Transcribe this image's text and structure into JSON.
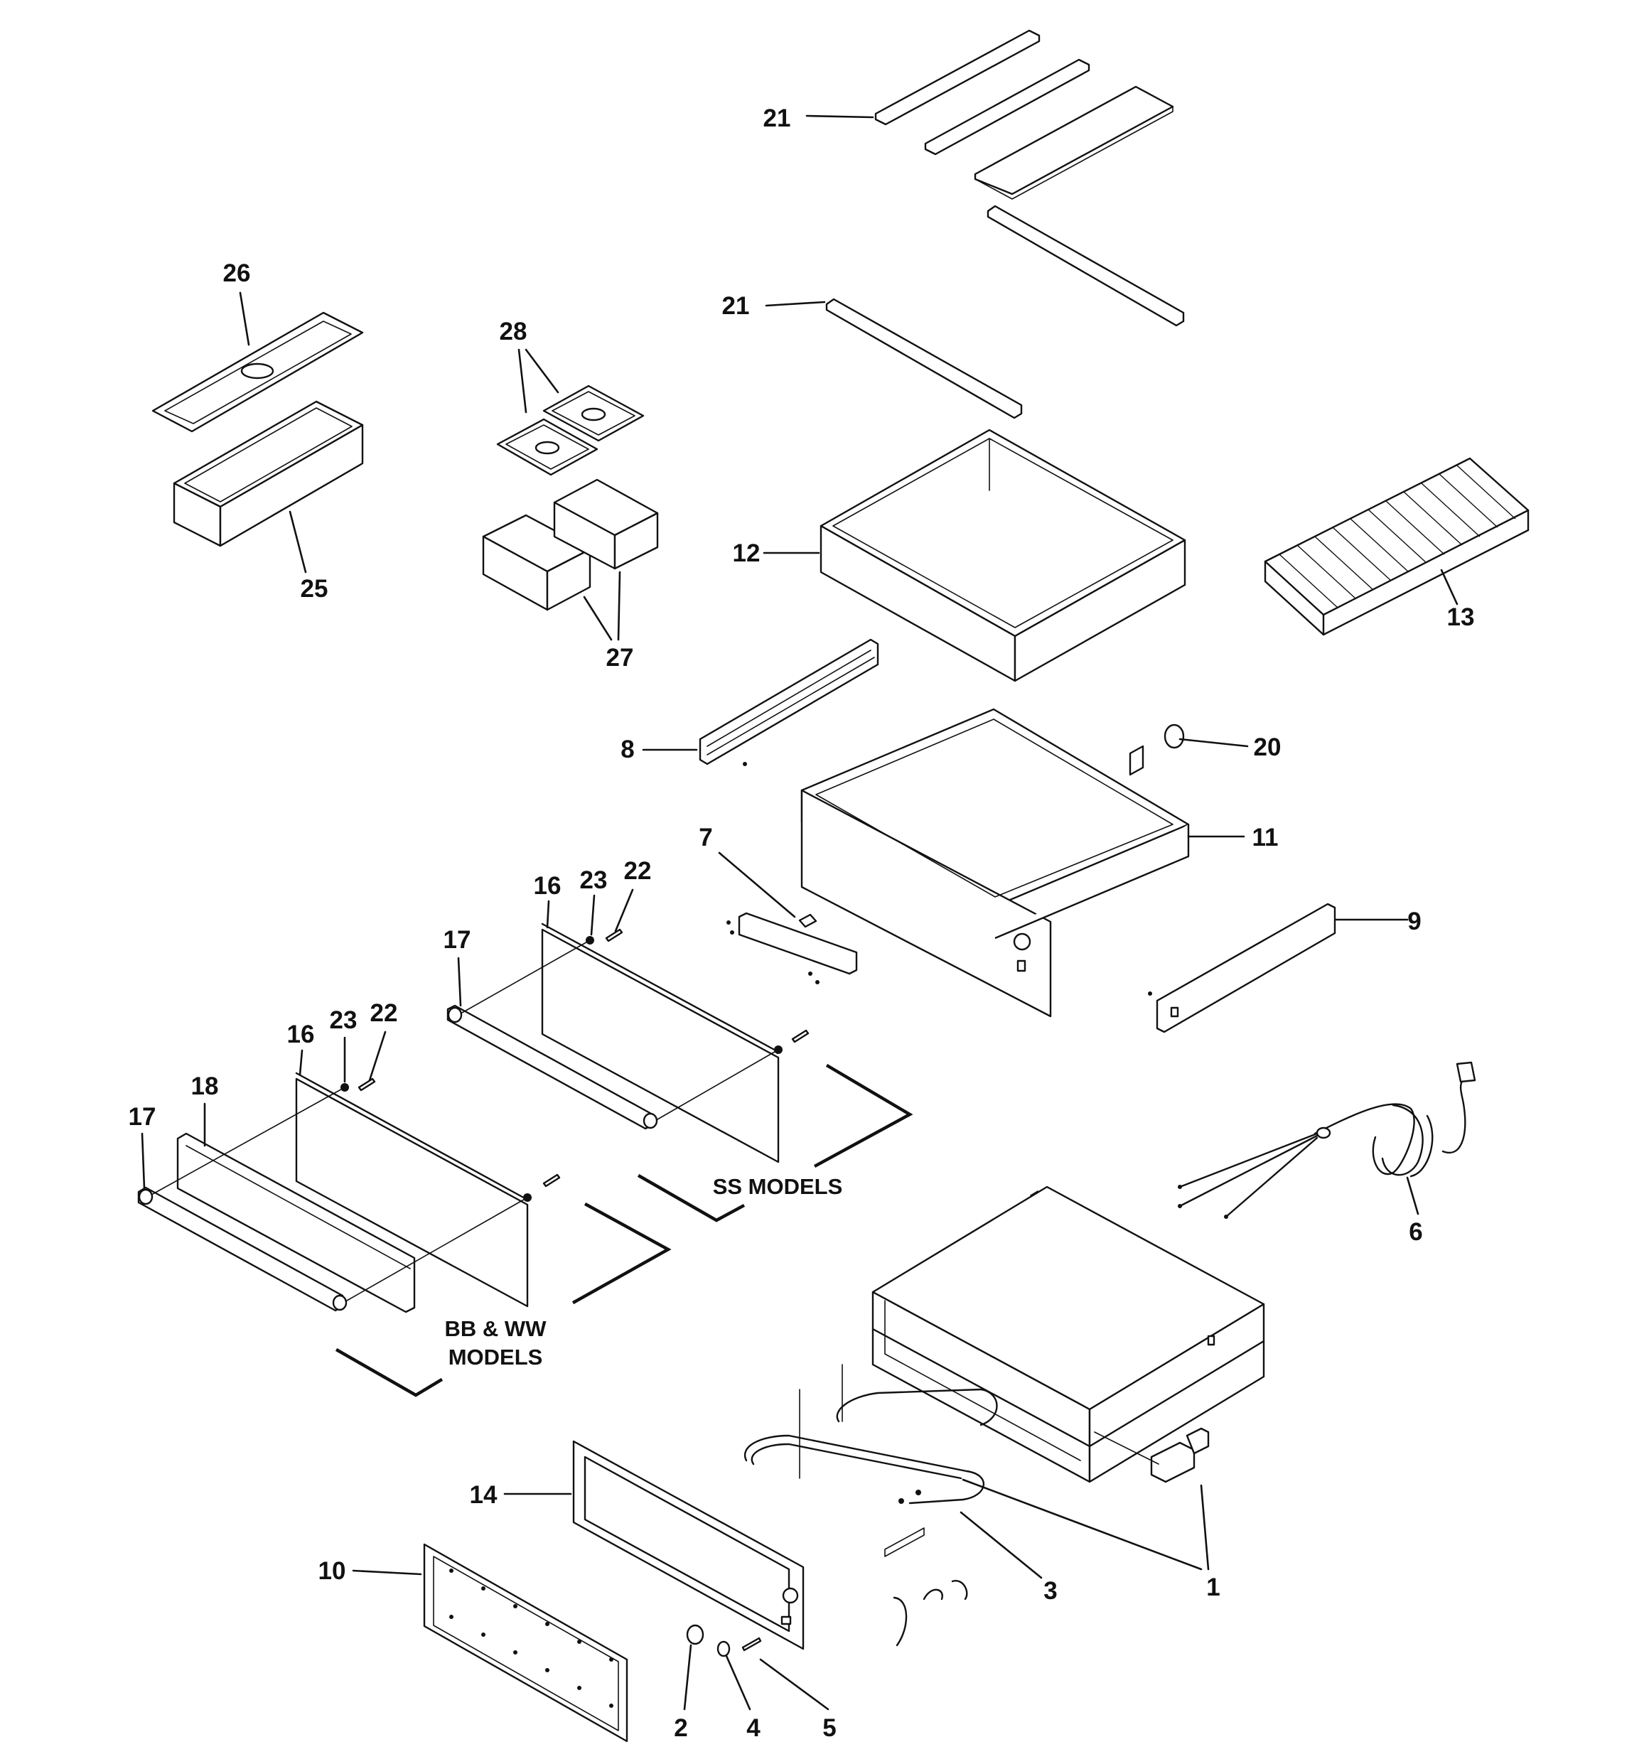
{
  "diagram": {
    "callouts": {
      "c21a": "21",
      "c21b": "21",
      "c26": "26",
      "c25": "25",
      "c28": "28",
      "c27": "27",
      "c12": "12",
      "c13": "13",
      "c8": "8",
      "c20": "20",
      "c7": "7",
      "c11": "11",
      "c9": "9",
      "c16a": "16",
      "c23a": "23",
      "c22a": "22",
      "c17a": "17",
      "c16b": "16",
      "c23b": "23",
      "c22b": "22",
      "c17b": "17",
      "c18": "18",
      "c6": "6",
      "c14": "14",
      "c10": "10",
      "c3": "3",
      "c1": "1",
      "c2": "2",
      "c4": "4",
      "c5": "5"
    },
    "captions": {
      "ss_models": "SS MODELS",
      "bb_ww_line1": "BB & WW",
      "bb_ww_line2": "MODELS"
    }
  }
}
